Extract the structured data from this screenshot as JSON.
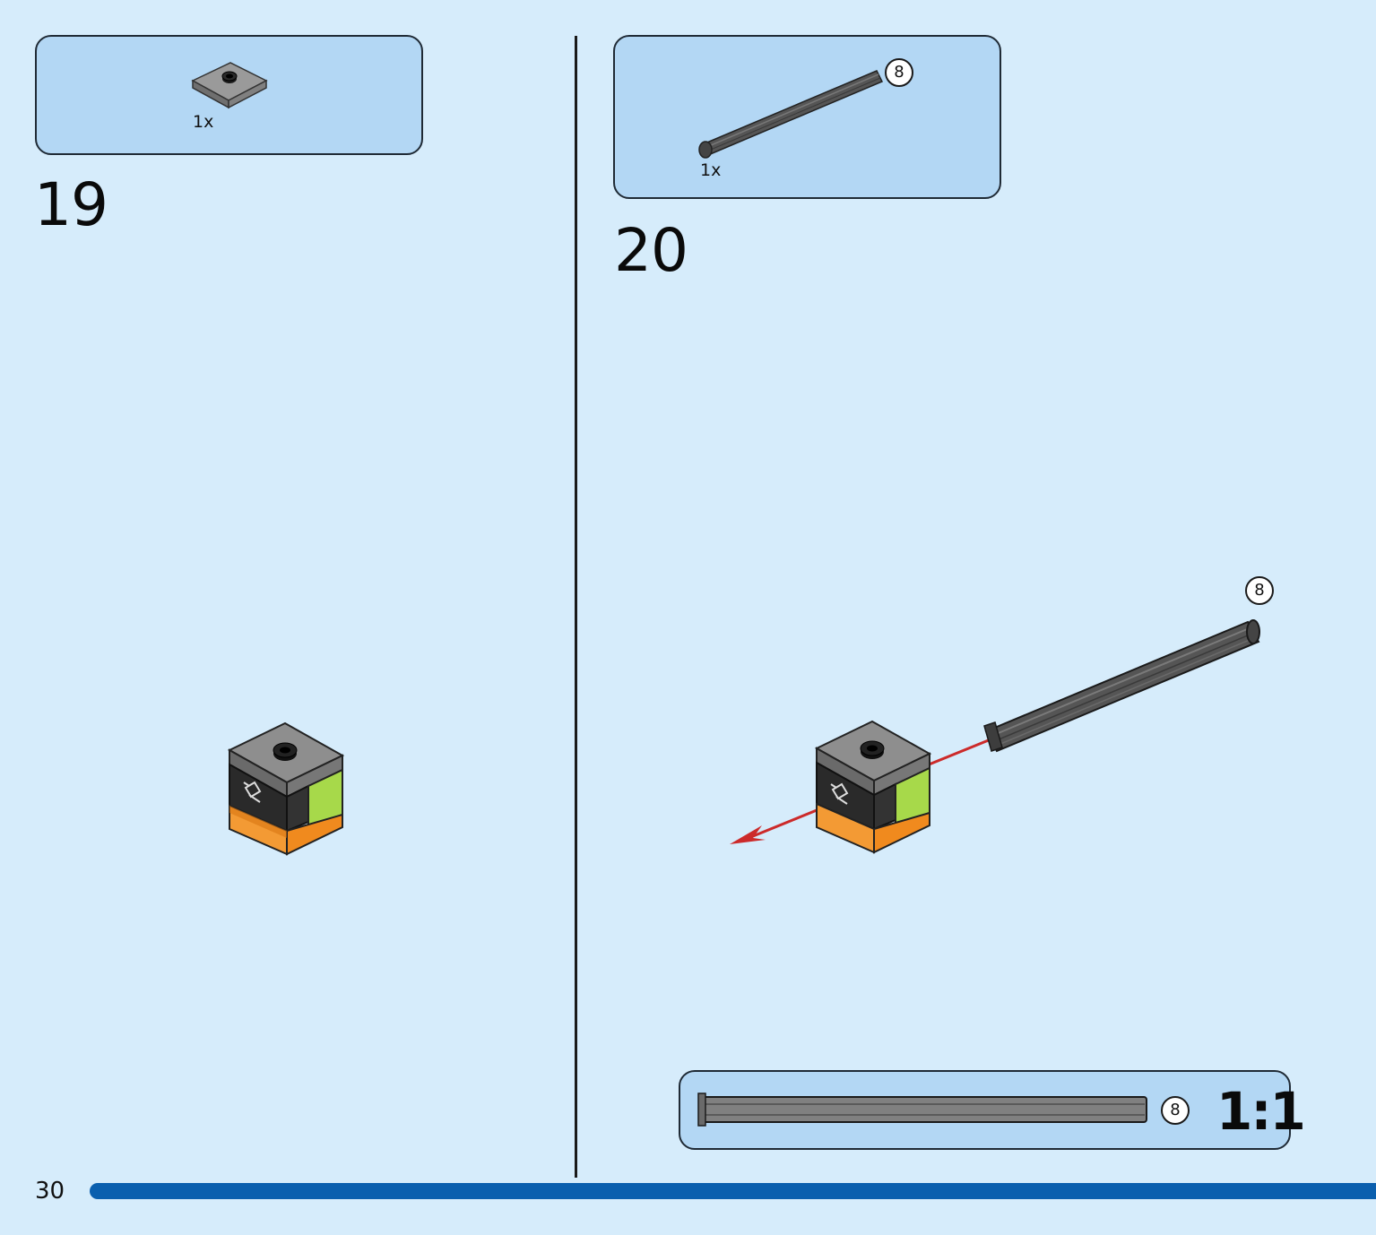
{
  "page": {
    "number": "30",
    "accent_color": "#0a5fae",
    "background_color": "#d6ecfb"
  },
  "steps": [
    {
      "number": "19",
      "parts_callout": [
        {
          "part": "gray-round-stud-plate-icon",
          "quantity": "1x"
        }
      ]
    },
    {
      "number": "20",
      "parts_callout": [
        {
          "part": "dark-gray-axle-icon",
          "quantity": "1x",
          "length_badge": "8"
        }
      ],
      "assembly_badge": "8"
    }
  ],
  "scale_check": {
    "length_badge": "8",
    "label": "1:1"
  }
}
